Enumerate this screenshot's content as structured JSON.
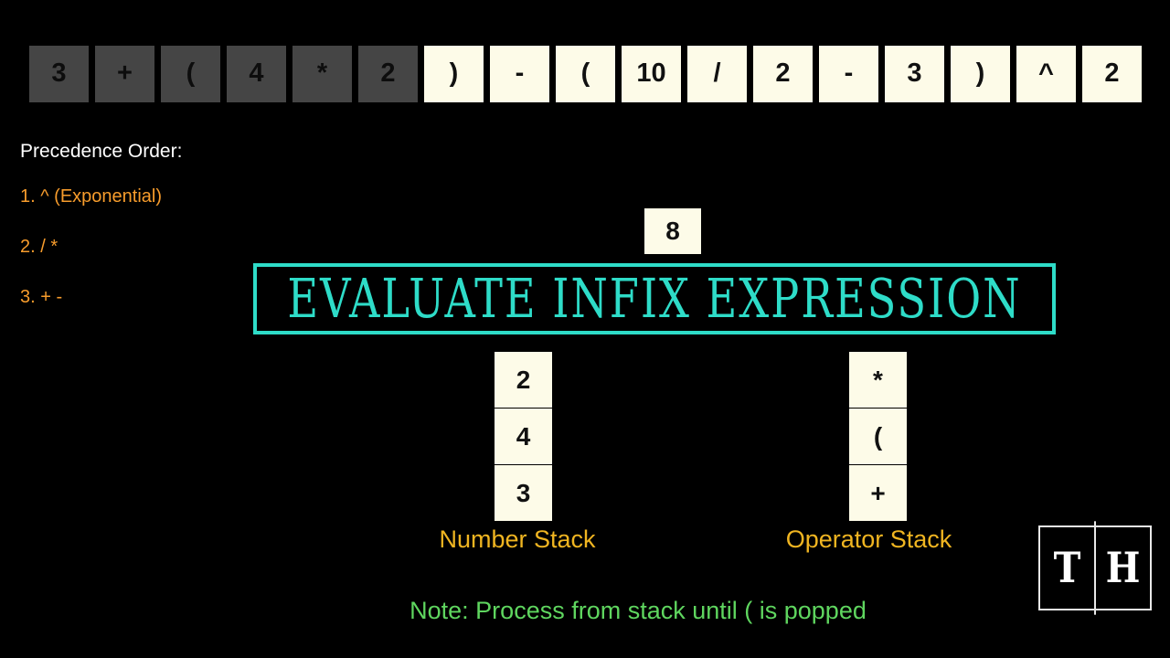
{
  "canvas": {
    "background": "#000000",
    "accent_turquoise": "#2edcc8",
    "accent_orange": "#f79c2c",
    "accent_gold": "#f0b521",
    "accent_green": "#5fd65f",
    "tile_cream": "#fdfbe8",
    "tile_dark": "#454545"
  },
  "title": {
    "text": "EVALUATE INFIX EXPRESSION"
  },
  "expression": {
    "tokens": [
      {
        "value": "3",
        "state": "consumed"
      },
      {
        "value": "+",
        "state": "consumed"
      },
      {
        "value": "(",
        "state": "consumed"
      },
      {
        "value": "4",
        "state": "consumed"
      },
      {
        "value": "*",
        "state": "consumed"
      },
      {
        "value": "2",
        "state": "consumed"
      },
      {
        "value": ")",
        "state": "pending"
      },
      {
        "value": "-",
        "state": "pending"
      },
      {
        "value": "(",
        "state": "pending"
      },
      {
        "value": "10",
        "state": "pending"
      },
      {
        "value": "/",
        "state": "pending"
      },
      {
        "value": "2",
        "state": "pending"
      },
      {
        "value": "-",
        "state": "pending"
      },
      {
        "value": "3",
        "state": "pending"
      },
      {
        "value": ")",
        "state": "pending"
      },
      {
        "value": "^",
        "state": "pending"
      },
      {
        "value": "2",
        "state": "pending"
      }
    ]
  },
  "precedence": {
    "heading": "Precedence Order:",
    "items": [
      "1. ^ (Exponential)",
      "2. / *",
      "3. + -"
    ]
  },
  "floating_tile": {
    "value": "8"
  },
  "number_stack": {
    "label": "Number Stack",
    "cells": [
      "2",
      "4",
      "3"
    ]
  },
  "operator_stack": {
    "label": "Operator Stack",
    "cells": [
      "*",
      "(",
      "+"
    ]
  },
  "note": {
    "text": "Note: Process from stack until ( is popped"
  },
  "logo": {
    "left_letter": "T",
    "right_letter": "H"
  }
}
